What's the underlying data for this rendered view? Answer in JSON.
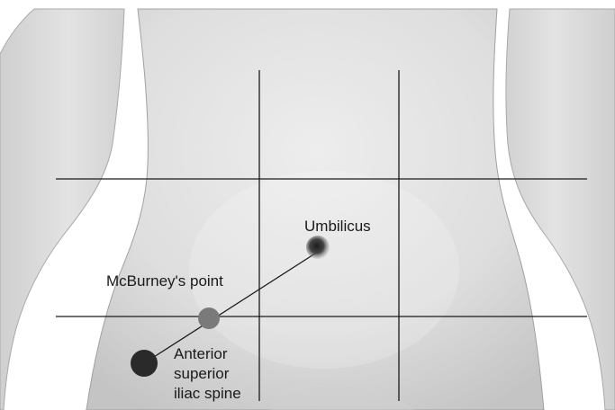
{
  "diagram": {
    "labels": {
      "umbilicus": "Umbilicus",
      "mcburney": "McBurney's point",
      "asis_line1": "Anterior",
      "asis_line2": "superior",
      "asis_line3": "iliac spine"
    },
    "colors": {
      "background": "#ffffff",
      "skin_light": "#e6e6e6",
      "skin_mid": "#d6d6d6",
      "skin_shadow": "#bdbdbd",
      "outline": "#9a9a9a",
      "grid_lines": "#1a1a1a",
      "umbilicus": "#3a3a3a",
      "mcburney_point": "#7a7a7a",
      "asis_point": "#2a2a2a",
      "text": "#1a1a1a"
    }
  }
}
